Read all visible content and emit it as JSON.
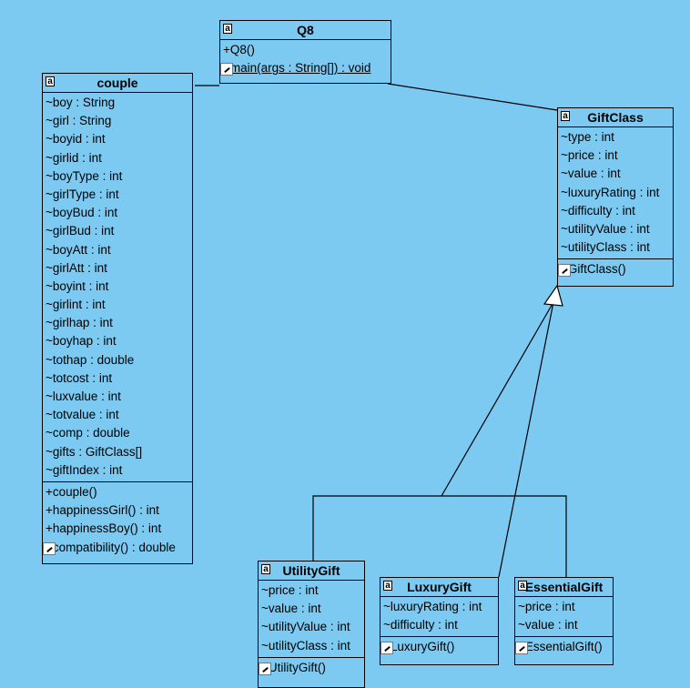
{
  "diagram": {
    "classes": {
      "q8": {
        "name": "Q8",
        "icon": "class-icon",
        "attributes": [],
        "operations": [
          "+Q8()",
          "+main(args : String[]) : void"
        ]
      },
      "couple": {
        "name": "couple",
        "icon": "class-icon",
        "attributes": [
          "~boy : String",
          "~girl : String",
          "~boyid : int",
          "~girlid : int",
          "~boyType : int",
          "~girlType : int",
          "~boyBud : int",
          "~girlBud : int",
          "~boyAtt : int",
          "~girlAtt : int",
          "~boyint : int",
          "~girlint : int",
          "~girlhap : int",
          "~boyhap : int",
          "~tothap : double",
          "~totcost : int",
          "~luxvalue : int",
          "~totvalue : int",
          "~comp : double",
          "~gifts : GiftClass[]",
          "~giftIndex : int"
        ],
        "operations": [
          "+couple()",
          "+happinessGirl() : int",
          "+happinessBoy() : int",
          "+compatibility() : double"
        ]
      },
      "giftclass": {
        "name": "GiftClass",
        "icon": "class-icon",
        "attributes": [
          "~type : int",
          "~price : int",
          "~value : int",
          "~luxuryRating : int",
          "~difficulty : int",
          "~utilityValue : int",
          "~utilityClass : int"
        ],
        "operations": [
          "+GiftClass()"
        ]
      },
      "utilitygift": {
        "name": "UtilityGift",
        "icon": "class-icon",
        "attributes": [
          "~price : int",
          "~value : int",
          "~utilityValue : int",
          "~utilityClass : int"
        ],
        "operations": [
          "+UtilityGift()"
        ]
      },
      "luxurygift": {
        "name": "LuxuryGift",
        "icon": "class-icon",
        "attributes": [
          "~luxuryRating : int",
          "~difficulty : int"
        ],
        "operations": [
          "+LuxuryGift()"
        ]
      },
      "essentialgift": {
        "name": "EssentialGift",
        "icon": "class-icon",
        "attributes": [
          "~price : int",
          "~value : int"
        ],
        "operations": [
          "+EssentialGift()"
        ]
      }
    },
    "relations": [
      {
        "type": "association",
        "from": "couple",
        "to": "q8"
      },
      {
        "type": "association",
        "from": "q8",
        "to": "giftclass"
      },
      {
        "type": "generalization",
        "from": "utilitygift",
        "to": "giftclass"
      },
      {
        "type": "generalization",
        "from": "essentialgift",
        "to": "giftclass"
      },
      {
        "type": "generalization",
        "from": "luxurygift",
        "to": "giftclass"
      }
    ]
  }
}
